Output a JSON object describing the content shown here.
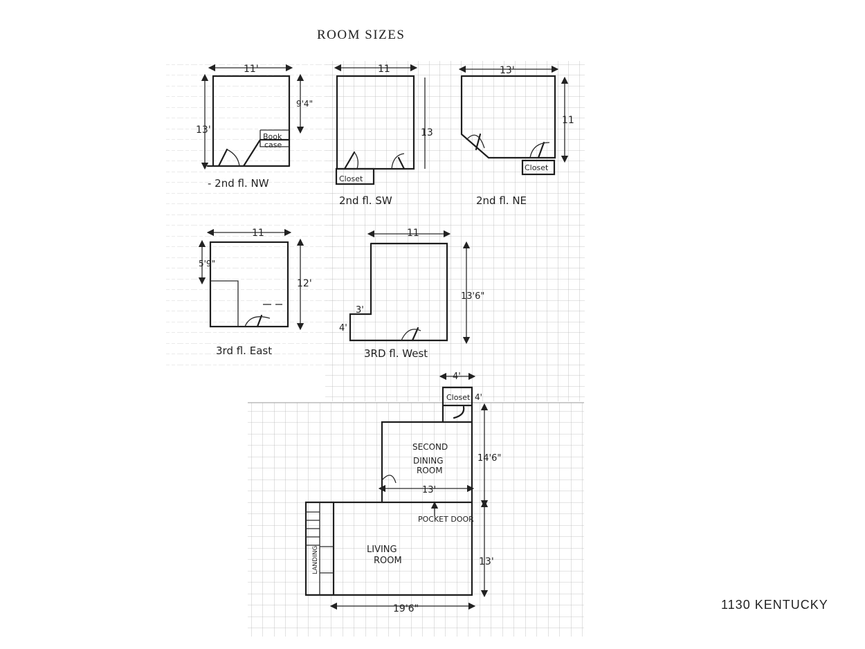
{
  "header": {
    "title": "ROOM SIZES"
  },
  "footer": {
    "address": "1130 KENTUCKY"
  },
  "rooms": {
    "nw2": {
      "caption": "- 2nd fl. NW",
      "width": "11'",
      "depth": "13'",
      "partial": "9'4\"",
      "bookcase_1": "Book",
      "bookcase_2": "case"
    },
    "sw2": {
      "caption": "2nd fl. SW",
      "width": "11",
      "depth": "13",
      "closet": "Closet"
    },
    "ne2": {
      "caption": "2nd fl. NE",
      "width": "13'",
      "depth": "11",
      "closet": "Closet"
    },
    "east3": {
      "caption": "3rd fl. East",
      "width": "11",
      "depth": "12'",
      "partial": "5'9\""
    },
    "west3": {
      "caption": "3RD fl. West",
      "width": "11",
      "depth": "13'6\"",
      "notch_w": "3'",
      "notch_h": "4'"
    },
    "dining2": {
      "label_1": "SECOND",
      "label_2": "DINING",
      "label_3": "ROOM",
      "width": "13'",
      "depth": "14'6\"",
      "closet": "Closet",
      "closet_w": "4'",
      "closet_h": "4'"
    },
    "living": {
      "label_1": "LIVING",
      "label_2": "ROOM",
      "width": "19'6\"",
      "depth": "13'",
      "pocket_door": "POCKET DOOR",
      "landing": "LANDING"
    }
  }
}
